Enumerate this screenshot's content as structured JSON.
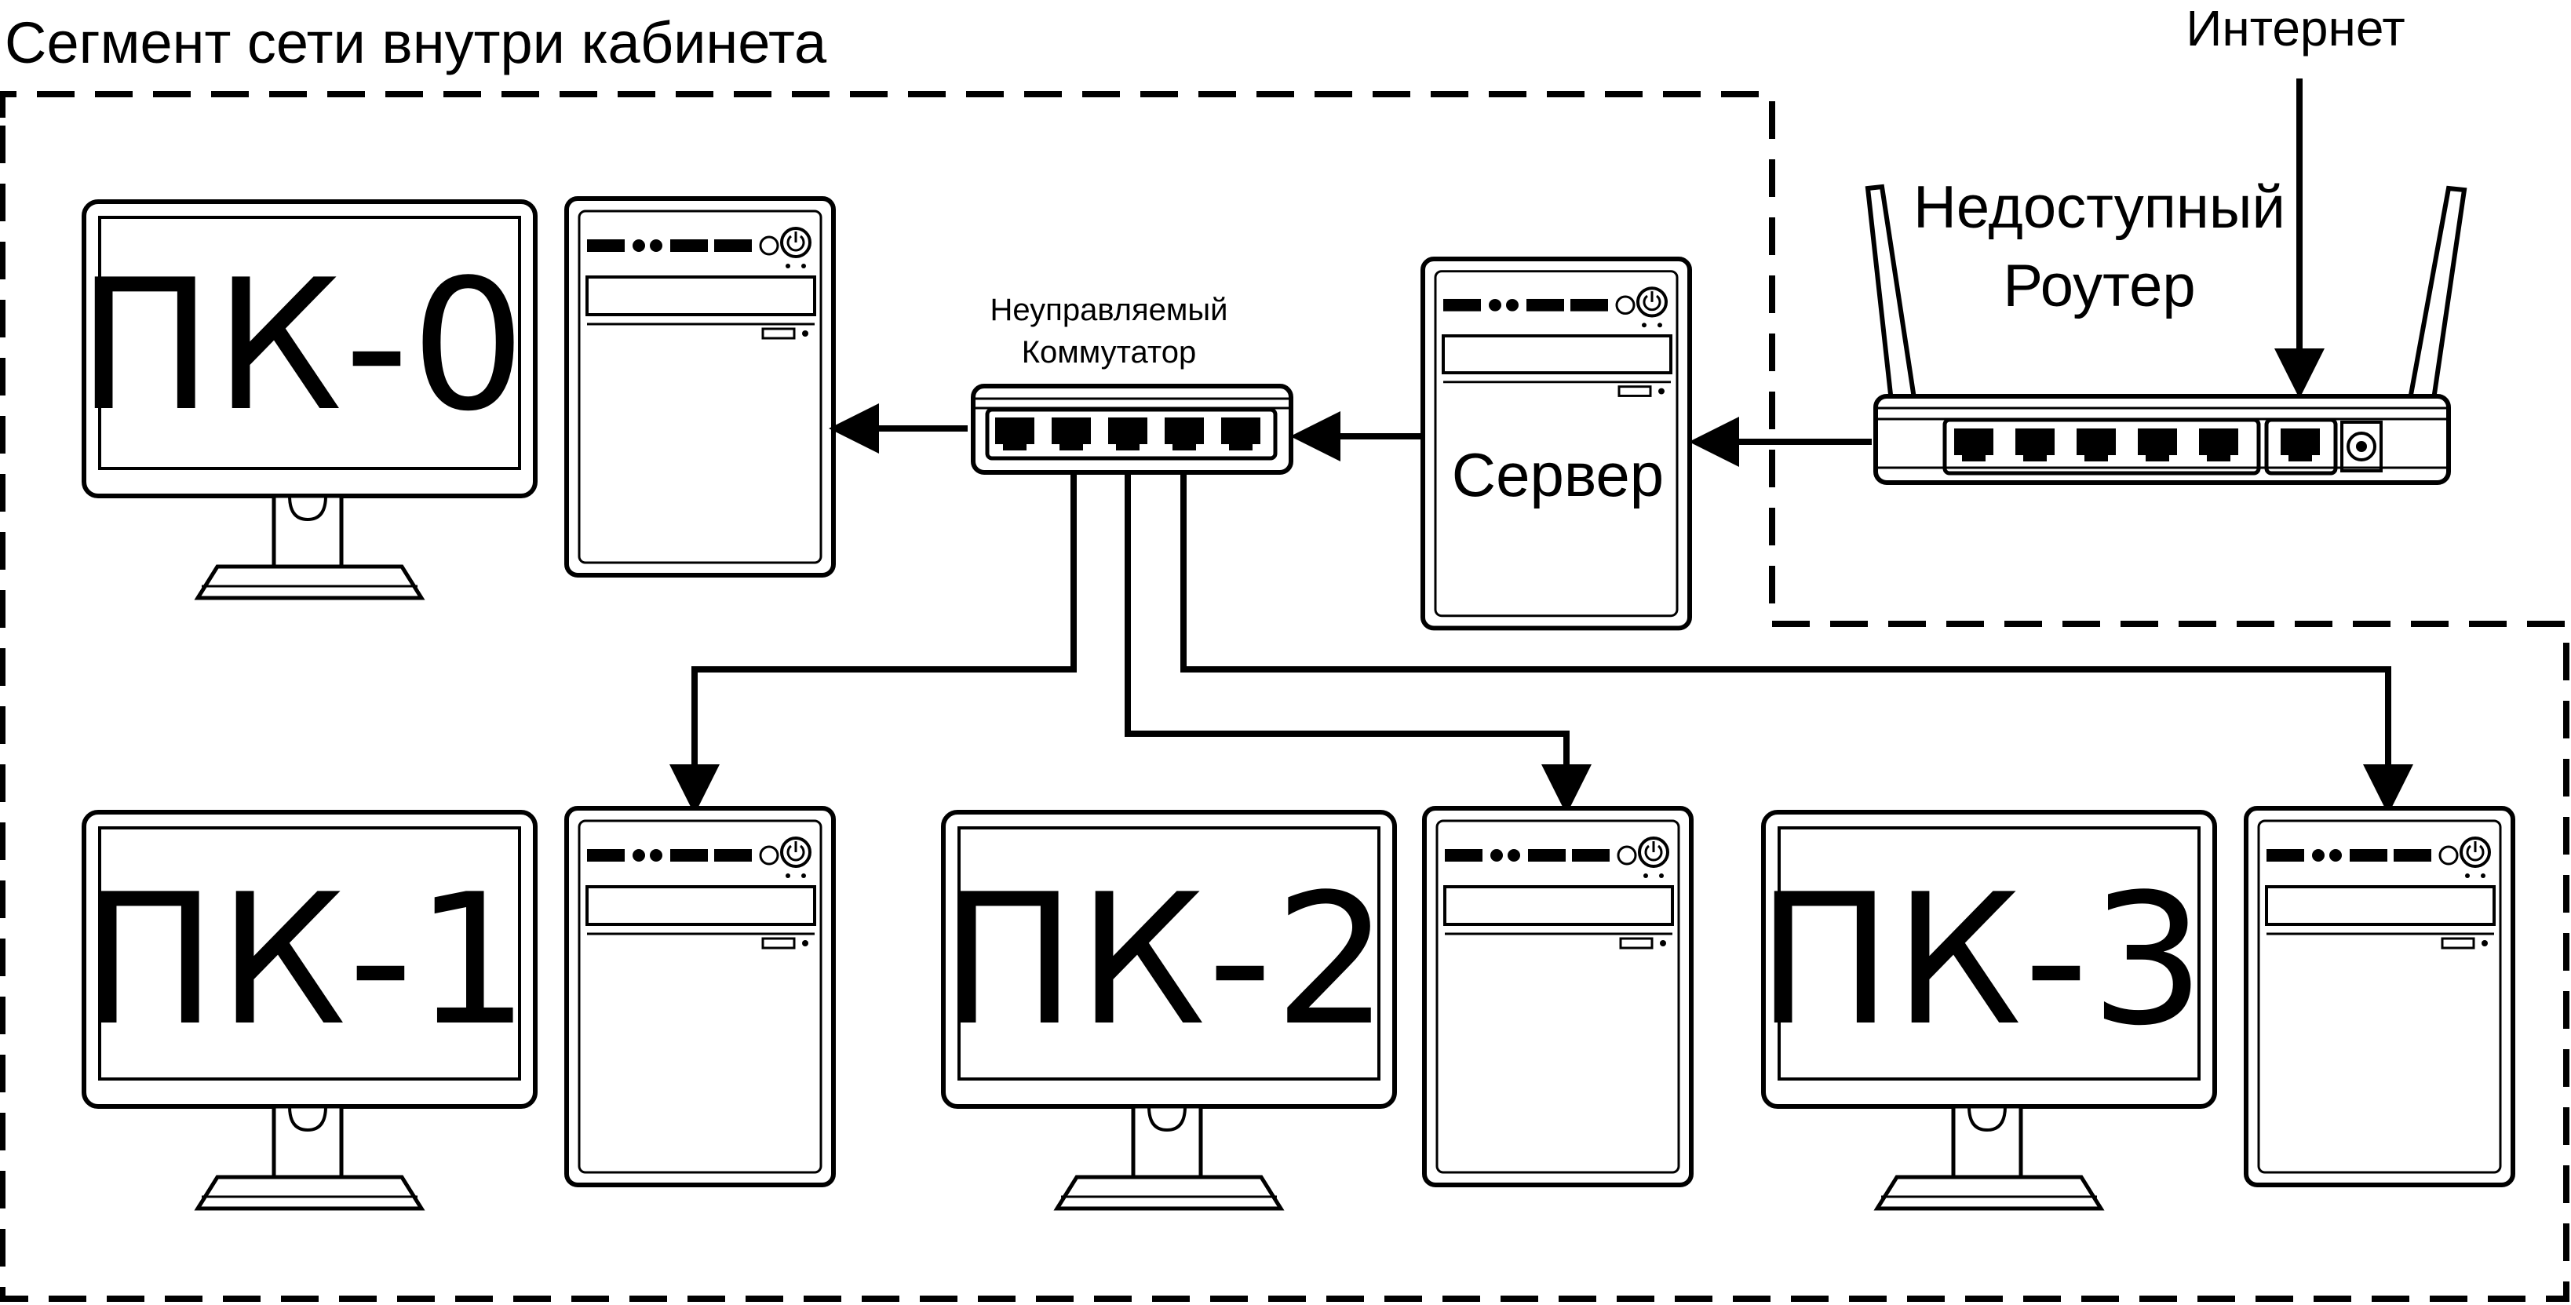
{
  "diagram": {
    "segment_label": "Сегмент сети внутри кабинета",
    "internet_label": "Интернет",
    "router_label_line1": "Недоступный",
    "router_label_line2": "Роутер",
    "switch_label_line1": "Неуправляемый",
    "switch_label_line2": "Коммутатор",
    "server_label": "Сервер",
    "pcs": [
      {
        "label": "ПК-0"
      },
      {
        "label": "ПК-1"
      },
      {
        "label": "ПК-2"
      },
      {
        "label": "ПК-3"
      }
    ],
    "colors": {
      "ink": "#000000",
      "background": "#ffffff"
    }
  }
}
